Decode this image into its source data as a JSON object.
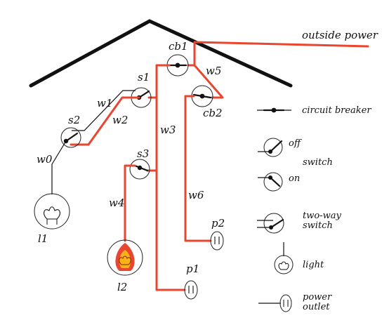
{
  "colors": {
    "live_wire": "#e8462e",
    "dead_wire": "#111111",
    "roof": "#111111",
    "lit_bulb_outer": "#e8462e",
    "lit_bulb_inner": "#f7b21a"
  },
  "labels": {
    "outside_power": "outside power",
    "cb1": "cb1",
    "cb2": "cb2",
    "s1": "s1",
    "s2": "s2",
    "s3": "s3",
    "w0": "w0",
    "w1": "w1",
    "w2": "w2",
    "w3": "w3",
    "w4": "w4",
    "w5": "w5",
    "w6": "w6",
    "l1": "l1",
    "l2": "l2",
    "p1": "p1",
    "p2": "p2"
  },
  "legend": {
    "circuit_breaker": "circuit breaker",
    "off": "off",
    "switch": "switch",
    "on": "on",
    "two_way_line1": "two-way",
    "two_way_line2": "switch",
    "light": "light",
    "power_line1": "power",
    "power_line2": "outlet"
  }
}
